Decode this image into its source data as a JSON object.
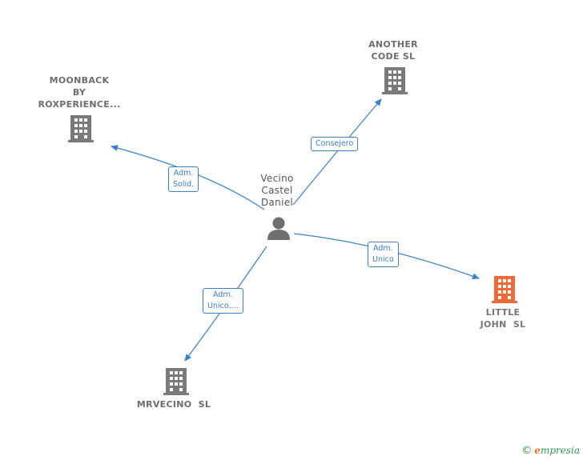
{
  "nodes": {
    "person": {
      "lines": [
        "Vecino",
        "Castel",
        "Daniel"
      ]
    },
    "moonback": {
      "lines": [
        "MOONBACK",
        "BY",
        "ROXPERIENCE..."
      ]
    },
    "another": {
      "lines": [
        "ANOTHER",
        "CODE SL"
      ]
    },
    "little": {
      "lines": [
        "LITTLE",
        "JOHN  SL"
      ]
    },
    "mrvecino": {
      "lines": [
        "MRVECINO  SL"
      ]
    }
  },
  "edges": {
    "moonback": {
      "lines": [
        "Adm.",
        "Solid."
      ]
    },
    "another": {
      "lines": [
        "Consejero"
      ]
    },
    "little": {
      "lines": [
        "Adm.",
        "Unico"
      ]
    },
    "mrvecino": {
      "lines": [
        "Adm.",
        "Unico,..."
      ]
    }
  },
  "colors": {
    "edge": "#3b82c8",
    "company": "#7a7a7a",
    "company_highlight": "#f06a35",
    "person": "#6f6f6f"
  },
  "brand": {
    "copyright": "©",
    "name_first": "e",
    "name_rest": "mpresia"
  }
}
